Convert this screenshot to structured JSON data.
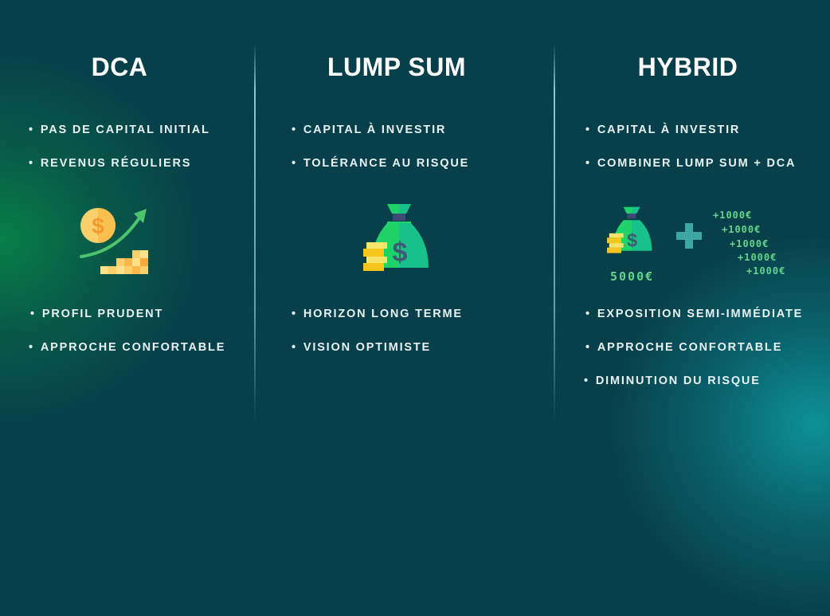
{
  "colors": {
    "background": "#07404b",
    "glow_left": "#088246",
    "glow_right": "#0e969b",
    "text": "#e8f2f2",
    "amount_green": "#63d48a",
    "plus_teal": "#3fa6a6"
  },
  "columns": [
    {
      "title": "DCA",
      "top_bullets": [
        "PAS DE CAPITAL INITIAL",
        "REVENUS RÉGULIERS"
      ],
      "icon": "coin-growth-chart-icon",
      "bottom_bullets": [
        "PROFIL PRUDENT",
        "APPROCHE CONFORTABLE"
      ]
    },
    {
      "title": "LUMP SUM",
      "top_bullets": [
        "CAPITAL À INVESTIR",
        "TOLÉRANCE AU RISQUE"
      ],
      "icon": "money-bag-icon",
      "bottom_bullets": [
        "HORIZON LONG TERME",
        "VISION OPTIMISTE"
      ]
    },
    {
      "title": "HYBRID",
      "top_bullets": [
        "CAPITAL À INVESTIR",
        "COMBINER LUMP SUM + DCA"
      ],
      "icon": "money-bag-plus-icon",
      "lump_amount": "5000€",
      "installments": [
        "+1000€",
        "+1000€",
        "+1000€",
        "+1000€",
        "+1000€"
      ],
      "bottom_bullets": [
        "EXPOSITION SEMI-IMMÉDIATE",
        "APPROCHE CONFORTABLE",
        "DIMINUTION DU RISQUE"
      ]
    }
  ]
}
